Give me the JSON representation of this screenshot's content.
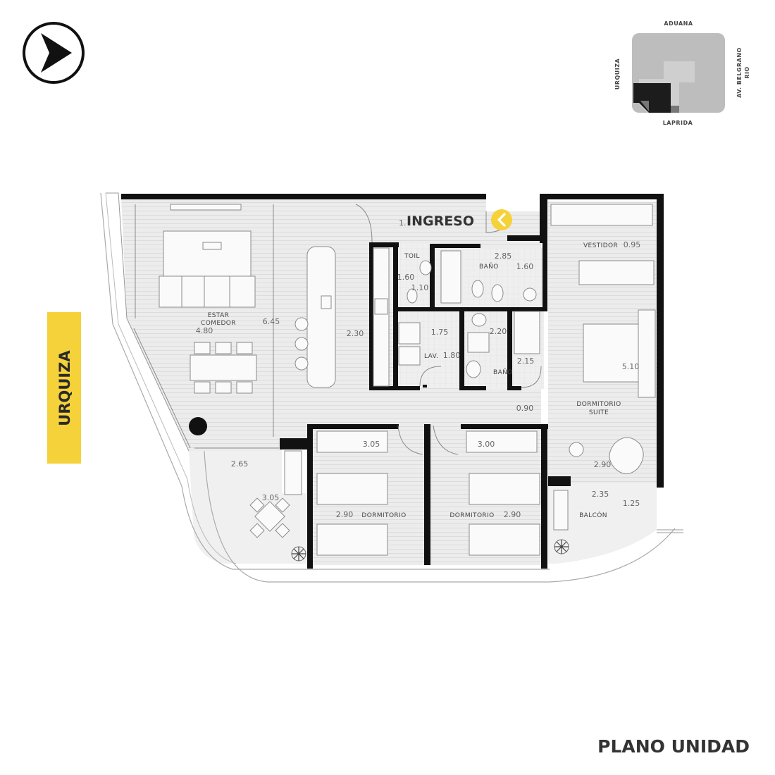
{
  "title": "PLANO UNIDAD",
  "entrance_label": "INGRESO",
  "street_side": "URQUIZA",
  "accent_color": "#f6d23a",
  "icons": {
    "north": "north-arrow-icon",
    "entrance": "chevron-left-icon"
  },
  "keymap": {
    "streets": {
      "top": "ADUANA",
      "bottom": "LAPRIDA",
      "left": "URQUIZA",
      "right_line1": "AV. BELGRANO",
      "right_line2": "RIO"
    }
  },
  "rooms": {
    "estar": "ESTAR",
    "comedor": "COMEDOR",
    "toil": "TOIL",
    "bano1": "BAÑO",
    "bano2": "BAÑO",
    "lav": "LAV.",
    "vestidor": "VESTIDOR",
    "suite1": "DORMITORIO",
    "suite2": "SUITE",
    "dorm1": "DORMITORIO",
    "dorm2": "DORMITORIO",
    "balcon": "BALCÓN"
  },
  "dimensions": {
    "estar_w": "4.80",
    "estar_h": "6.45",
    "cocina": "2.30",
    "ingreso": "1.",
    "toil_w": "1.60",
    "toil_h": "1.10",
    "bano1_w": "2.85",
    "bano1_h": "1.60",
    "lav_w": "1.75",
    "lav_h": "1.80",
    "bano2_w": "2.20",
    "bano2_h": "2.15",
    "vestidor": "0.95",
    "suite_h": "5.10",
    "pasillo": "0.90",
    "suite_w": "2.90",
    "terraza_w": "2.65",
    "terraza_h": "3.05",
    "dorm1_w": "3.05",
    "dorm1_h": "2.90",
    "dorm2_w": "3.00",
    "dorm2_h": "2.90",
    "balcon_w": "2.35",
    "balcon_h": "1.25"
  }
}
